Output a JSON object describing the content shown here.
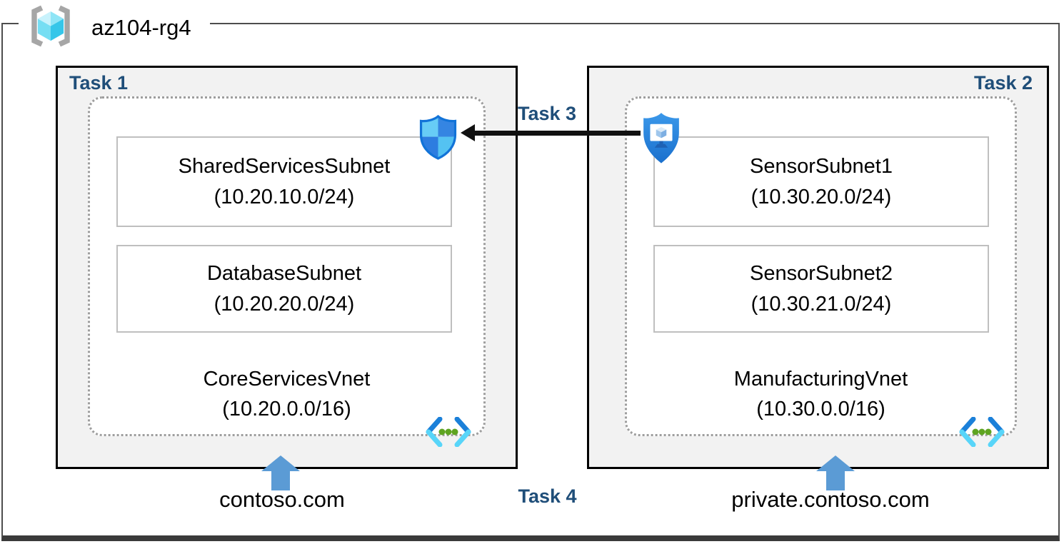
{
  "resource_group": {
    "name": "az104-rg4"
  },
  "tasks": {
    "task1": {
      "label": "Task 1"
    },
    "task2": {
      "label": "Task 2"
    },
    "task3": {
      "label": "Task 3"
    },
    "task4": {
      "label": "Task 4"
    }
  },
  "vnet1": {
    "name": "CoreServicesVnet",
    "cidr": "(10.20.0.0/16)",
    "subnets": [
      {
        "name": "SharedServicesSubnet",
        "cidr": "(10.20.10.0/24)"
      },
      {
        "name": "DatabaseSubnet",
        "cidr": "(10.20.20.0/24)"
      }
    ],
    "dns_zone": "contoso.com"
  },
  "vnet2": {
    "name": "ManufacturingVnet",
    "cidr": "(10.30.0.0/16)",
    "subnets": [
      {
        "name": "SensorSubnet1",
        "cidr": "(10.30.20.0/24)"
      },
      {
        "name": "SensorSubnet2",
        "cidr": "(10.30.21.0/24)"
      }
    ],
    "dns_zone": "private.contoso.com"
  },
  "icons": {
    "resource_group": "resource-group-icon",
    "network_security_group": "nsg-shield-icon",
    "application_security_group": "asg-shield-icon",
    "virtual_network": "virtual-network-icon",
    "up_arrow": "up-arrow-icon",
    "task3_arrow": "left-arrow-icon"
  },
  "colors": {
    "task_label": "#1F4E79",
    "task_box_fill": "#F2F2F2",
    "task_box_border": "#000000",
    "vnet_dotted_border": "#9E9E9E",
    "subnet_border": "#BFBFBF",
    "blue_arrow": "#5B9BD5",
    "black_arrow": "#111111",
    "outer_border": "#4D4D4D",
    "nsg_border": "#1273D8",
    "vnet_chevron_dark": "#1B80D9",
    "vnet_chevron_light": "#58D5F9",
    "vnet_dots_green": "#5EA421"
  }
}
